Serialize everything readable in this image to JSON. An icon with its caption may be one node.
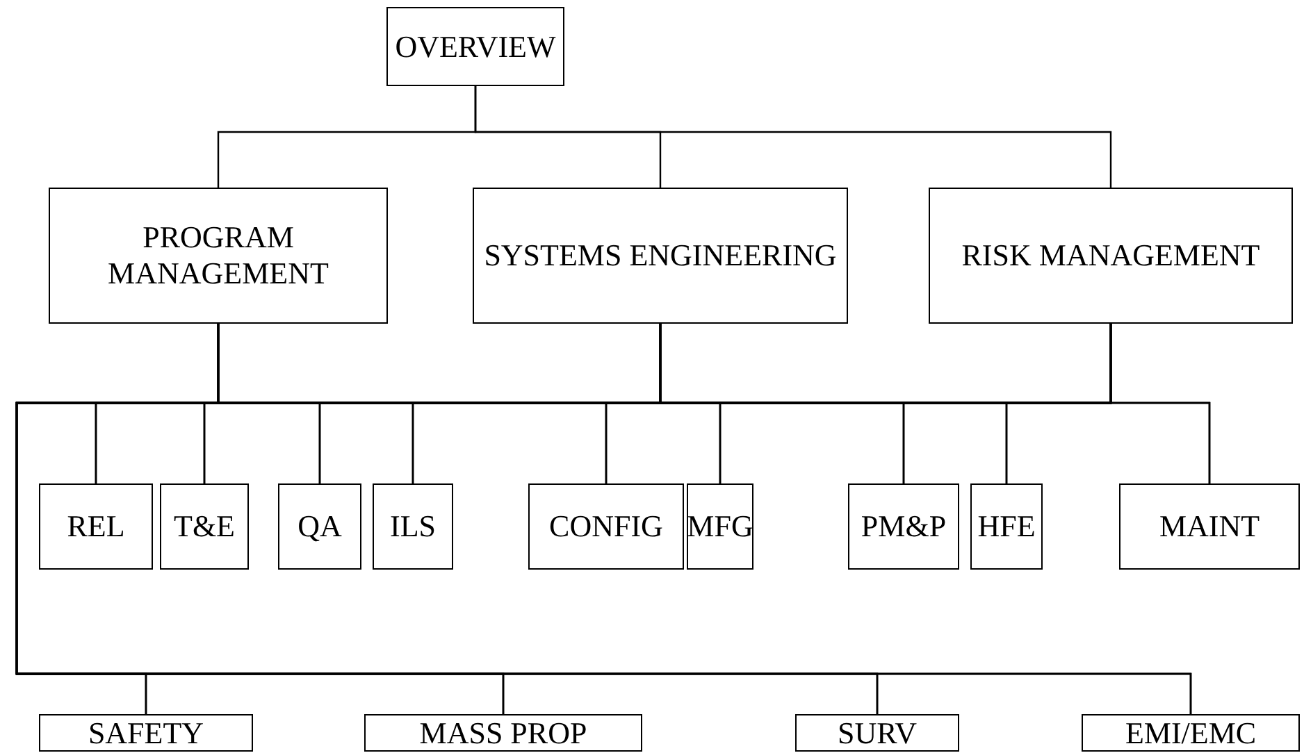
{
  "diagram": {
    "nodes": [
      {
        "text": [
          "OVERVIEW"
        ]
      },
      {
        "text": [
          "PROGRAM MANAGEMENT"
        ]
      },
      {
        "text": [
          "SYSTEMS ENGINEERING"
        ]
      },
      {
        "text": [
          "RISK MANAGEMENT"
        ]
      },
      {
        "text": [
          "REL"
        ]
      },
      {
        "text": [
          "T&E"
        ]
      },
      {
        "text": [
          "QA"
        ]
      },
      {
        "text": [
          "ILS"
        ]
      },
      {
        "text": [
          "CONFIG"
        ]
      },
      {
        "text": [
          "MFG"
        ]
      },
      {
        "text": [
          "PM&P"
        ]
      },
      {
        "text": [
          "HFE"
        ]
      },
      {
        "text": [
          "MAINT"
        ]
      },
      {
        "text": [
          "SAFETY"
        ]
      },
      {
        "text": [
          "MASS PROP"
        ]
      },
      {
        "text": [
          "SURV"
        ]
      },
      {
        "text": [
          "EMI/EMC"
        ]
      }
    ],
    "edges": [
      {
        "from": 0,
        "to": 1,
        "arrow": "none"
      },
      {
        "from": 0,
        "to": 2,
        "arrow": "none"
      },
      {
        "from": 0,
        "to": 3,
        "arrow": "none"
      },
      {
        "from": 1,
        "to": 4,
        "arrow": "none"
      },
      {
        "from": 1,
        "to": 5,
        "arrow": "none"
      },
      {
        "from": 1,
        "to": 6,
        "arrow": "none"
      },
      {
        "from": 1,
        "to": 7,
        "arrow": "none"
      },
      {
        "from": 1,
        "to": 8,
        "arrow": "none"
      },
      {
        "from": 1,
        "to": 9,
        "arrow": "none"
      },
      {
        "from": 1,
        "to": 10,
        "arrow": "none"
      },
      {
        "from": 1,
        "to": 11,
        "arrow": "none"
      },
      {
        "from": 1,
        "to": 12,
        "arrow": "none"
      },
      {
        "from": 1,
        "to": 13,
        "arrow": "none"
      },
      {
        "from": 1,
        "to": 14,
        "arrow": "none"
      },
      {
        "from": 1,
        "to": 15,
        "arrow": "none"
      },
      {
        "from": 1,
        "to": 16,
        "arrow": "none"
      },
      {
        "from": 2,
        "to": 4,
        "arrow": "none"
      },
      {
        "from": 2,
        "to": 5,
        "arrow": "none"
      },
      {
        "from": 2,
        "to": 6,
        "arrow": "none"
      },
      {
        "from": 2,
        "to": 7,
        "arrow": "none"
      },
      {
        "from": 2,
        "to": 8,
        "arrow": "none"
      },
      {
        "from": 2,
        "to": 9,
        "arrow": "none"
      },
      {
        "from": 2,
        "to": 10,
        "arrow": "none"
      },
      {
        "from": 2,
        "to": 11,
        "arrow": "none"
      },
      {
        "from": 2,
        "to": 12,
        "arrow": "none"
      },
      {
        "from": 2,
        "to": 13,
        "arrow": "none"
      },
      {
        "from": 2,
        "to": 14,
        "arrow": "none"
      },
      {
        "from": 2,
        "to": 15,
        "arrow": "none"
      },
      {
        "from": 2,
        "to": 16,
        "arrow": "none"
      },
      {
        "from": 3,
        "to": 4,
        "arrow": "none"
      },
      {
        "from": 3,
        "to": 5,
        "arrow": "none"
      },
      {
        "from": 3,
        "to": 6,
        "arrow": "none"
      },
      {
        "from": 3,
        "to": 7,
        "arrow": "none"
      },
      {
        "from": 3,
        "to": 8,
        "arrow": "none"
      },
      {
        "from": 3,
        "to": 9,
        "arrow": "none"
      },
      {
        "from": 3,
        "to": 10,
        "arrow": "none"
      },
      {
        "from": 3,
        "to": 11,
        "arrow": "none"
      },
      {
        "from": 3,
        "to": 12,
        "arrow": "none"
      },
      {
        "from": 3,
        "to": 13,
        "arrow": "none"
      },
      {
        "from": 3,
        "to": 14,
        "arrow": "none"
      },
      {
        "from": 3,
        "to": 15,
        "arrow": "none"
      },
      {
        "from": 3,
        "to": 16,
        "arrow": "none"
      }
    ]
  }
}
